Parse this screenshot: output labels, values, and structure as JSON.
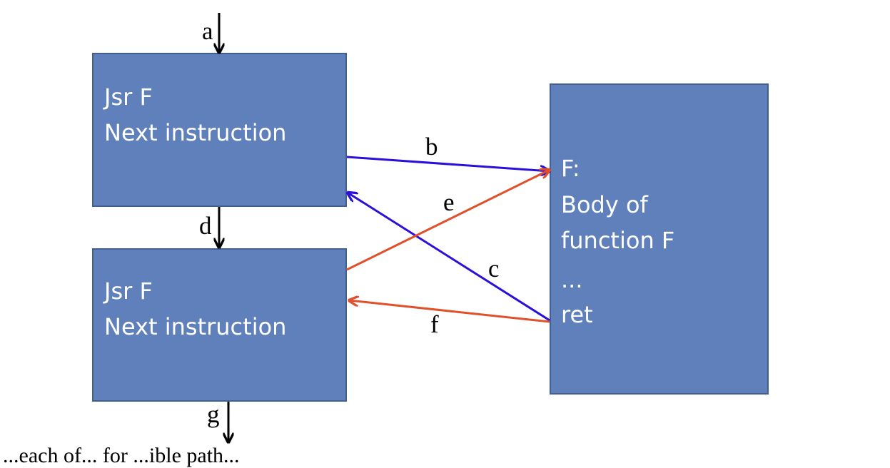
{
  "boxes": {
    "caller_top": {
      "line1": "Jsr F",
      "line2": "Next instruction"
    },
    "caller_bottom": {
      "line1": "Jsr F",
      "line2": "Next instruction"
    },
    "function": {
      "line1": "F:",
      "line2": "Body of",
      "line3": "function F",
      "line4": "...",
      "line5": "ret"
    }
  },
  "edges": {
    "a": "a",
    "b": "b",
    "c": "c",
    "d": "d",
    "e": "e",
    "f": "f",
    "g": "g"
  },
  "colors": {
    "box_fill": "#5f80ba",
    "box_border": "#41608f",
    "blue_edge": "#2a10d8",
    "red_edge": "#e0502a",
    "flow_edge": "#000000"
  },
  "caption": "...each of... for ...ible path..."
}
